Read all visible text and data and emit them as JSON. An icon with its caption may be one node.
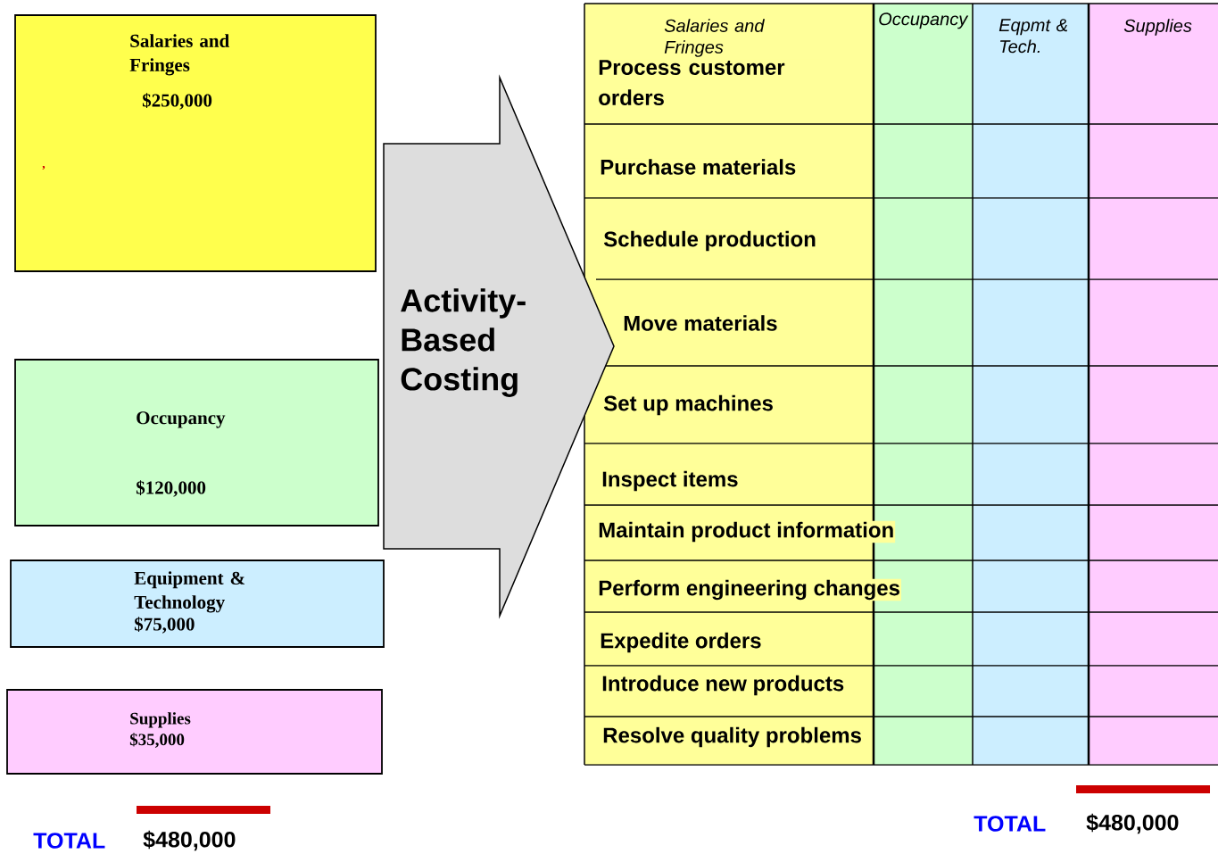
{
  "diagram": {
    "nodes": [
      {
        "text": [
          "Salaries and Fringes",
          "$250,000"
        ]
      },
      {
        "text": [
          "Occupancy",
          "$120,000"
        ]
      },
      {
        "text": [
          "Equipment & Technology",
          "$75,000"
        ]
      },
      {
        "text": [
          "Supplies",
          "$35,000"
        ]
      },
      {
        "text": [
          "Activity-Based Costing"
        ]
      }
    ],
    "labels": [
      ",",
      "Salaries and Fringes",
      "Occupancy",
      "Eqpmt & Tech.",
      "Supplies",
      "Process customer orders",
      "Purchase materials",
      "Schedule production",
      "Move materials",
      "Set up machines",
      "Inspect items",
      "Maintain product information",
      "Perform engineering changes",
      "Expedite orders",
      "Introduce new products",
      "Resolve quality problems",
      "TOTAL",
      "$480,000",
      "TOTAL",
      "$480,000"
    ]
  }
}
